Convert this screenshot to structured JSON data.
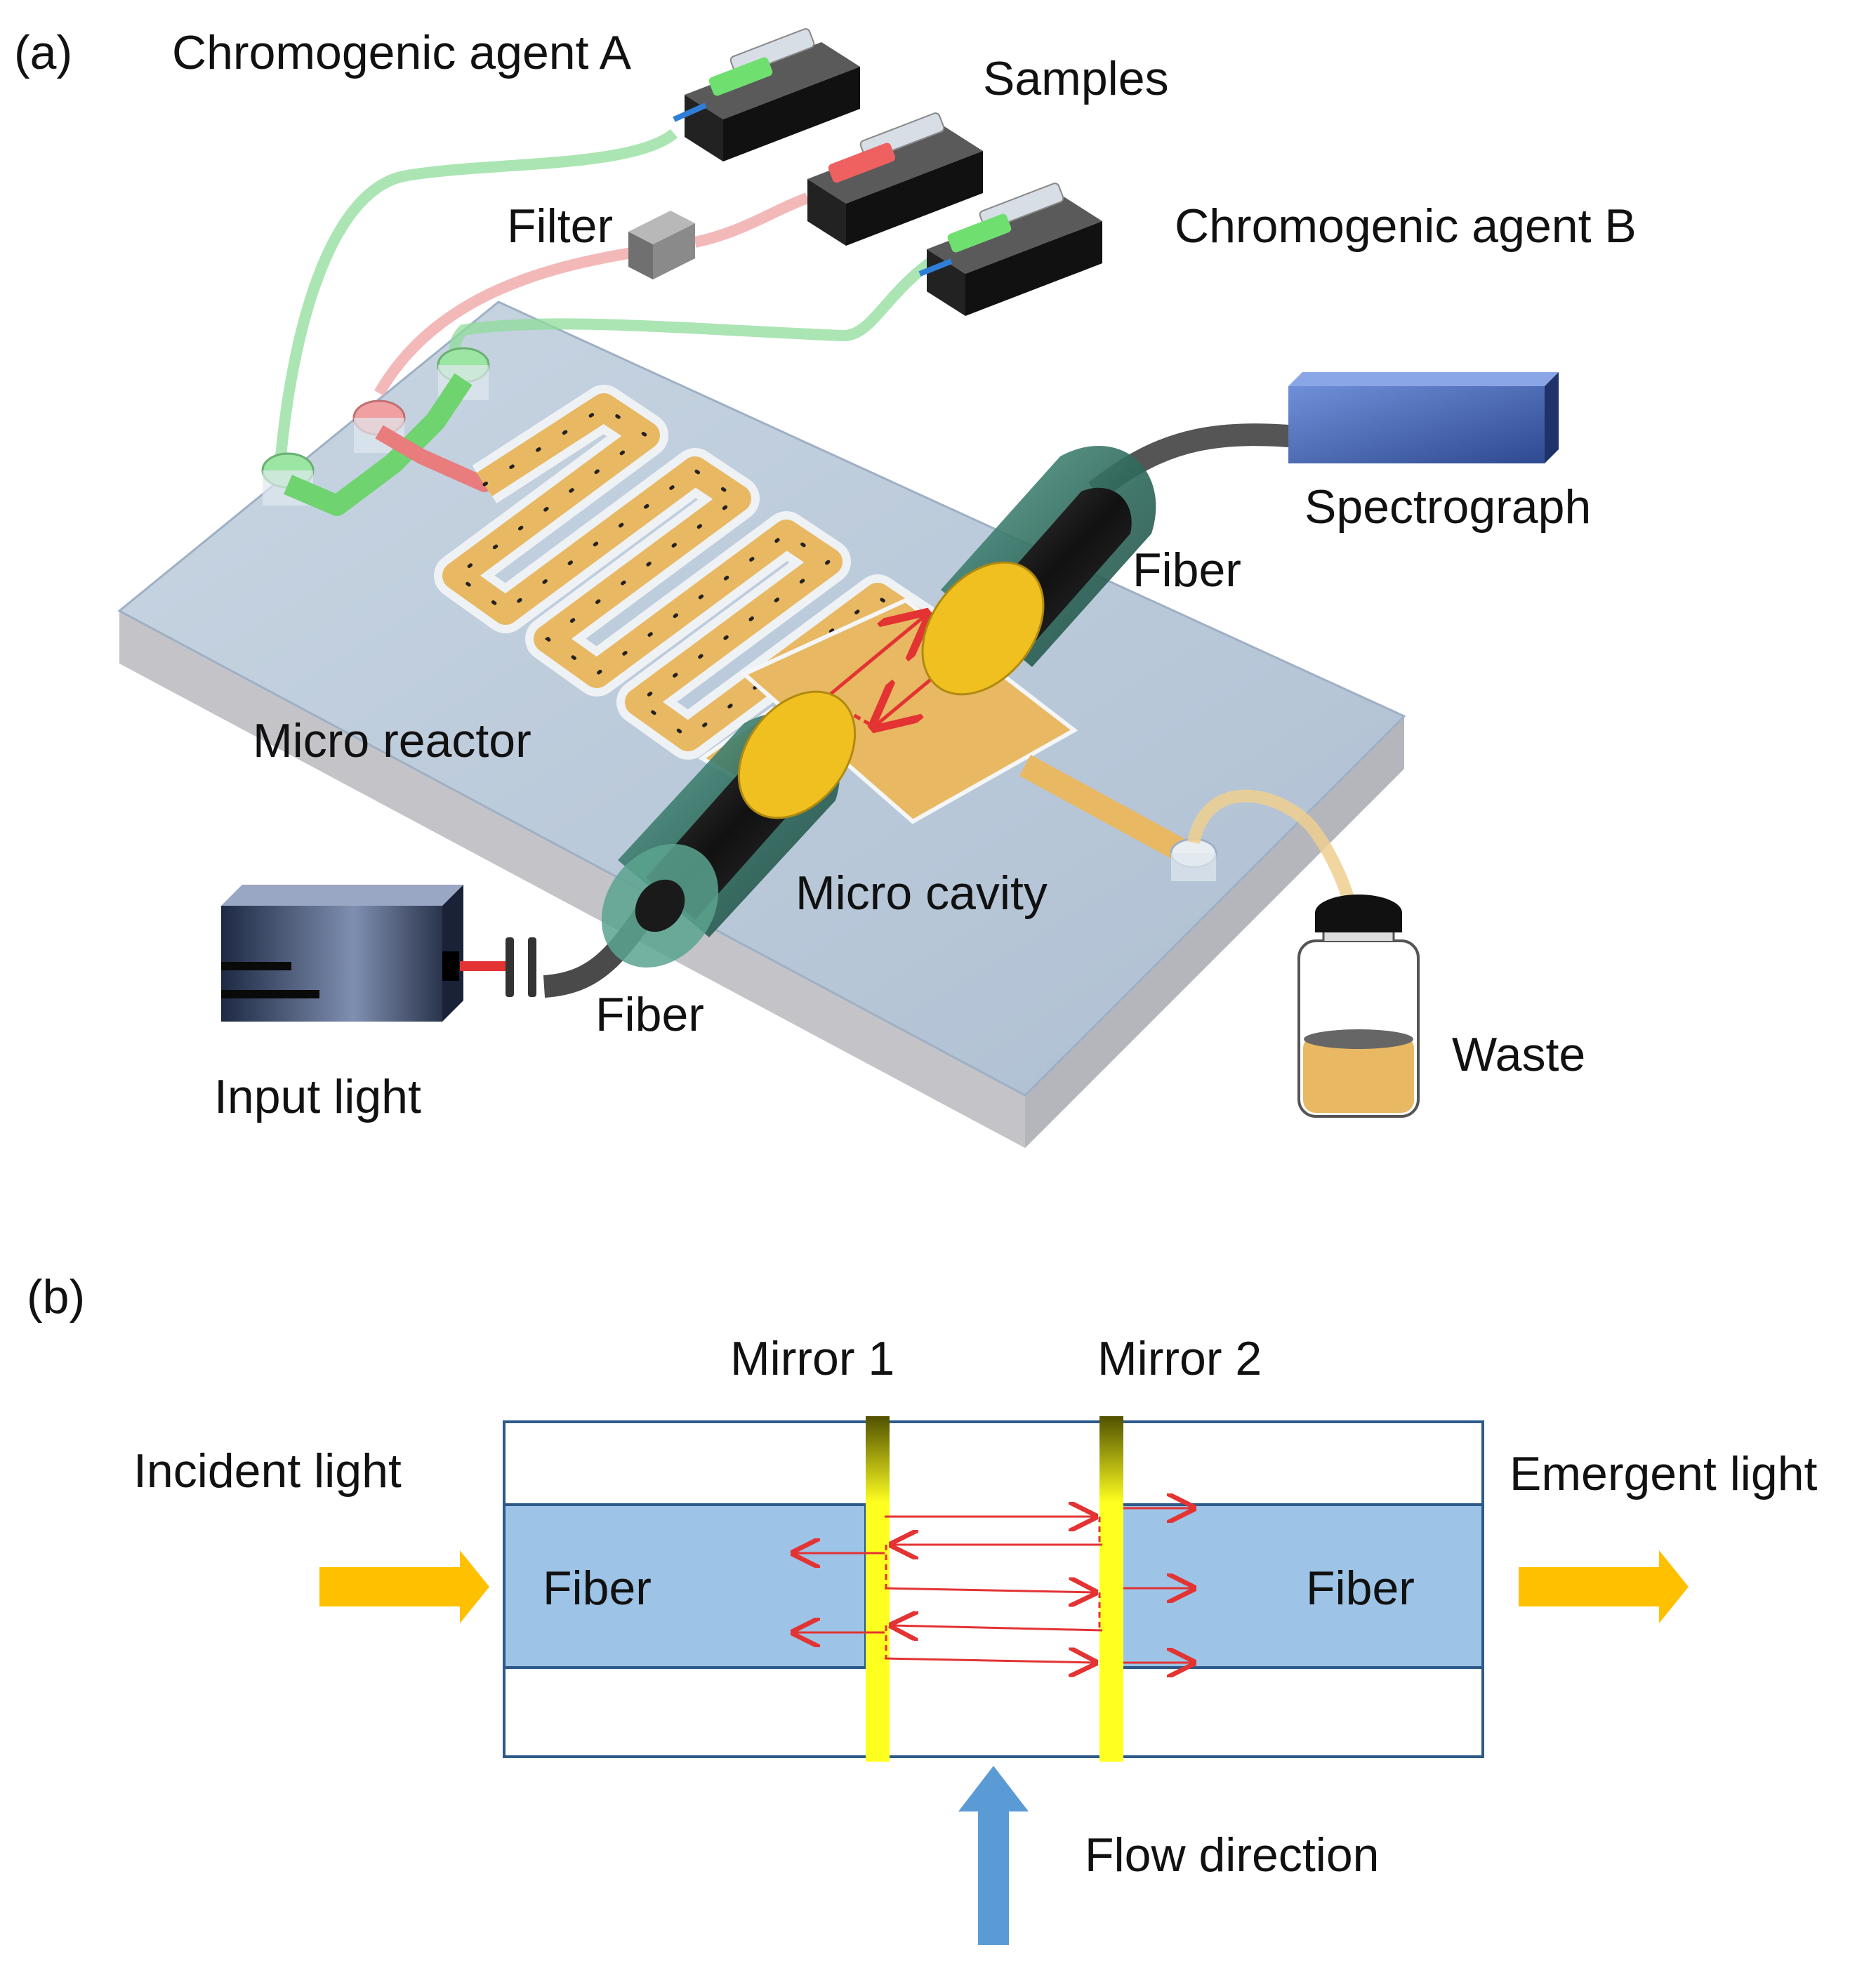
{
  "panel_a": {
    "tag": "(a)",
    "labels": {
      "chromogenic_a": "Chromogenic agent A",
      "samples": "Samples",
      "filter": "Filter",
      "chromogenic_b": "Chromogenic agent B",
      "spectrograph": "Spectrograph",
      "fiber_top": "Fiber",
      "micro_reactor": "Micro reactor",
      "micro_cavity": "Micro cavity",
      "fiber_bottom": "Fiber",
      "input_light": "Input light",
      "waste": "Waste"
    }
  },
  "panel_b": {
    "tag": "(b)",
    "labels": {
      "mirror_1": "Mirror 1",
      "mirror_2": "Mirror 2",
      "incident_light": "Incident light",
      "emergent_light": "Emergent light",
      "fiber_left": "Fiber",
      "fiber_right": "Fiber",
      "flow_direction": "Flow direction"
    }
  },
  "colors": {
    "chip_glass": "#b7c8d8",
    "agent_green": "#7fdc8f",
    "sample_red": "#e88a8a",
    "reactor_orange": "#e8b863",
    "fiber_sleeve": "#3e7f6e",
    "mirror_yellow": "#ffff20",
    "fiber_blue": "#9dc3e6",
    "arrow_orange": "#ffc000",
    "flow_blue": "#5b9bd5",
    "light_red": "#e33333",
    "spectrograph_blue": "#3c5fb0"
  }
}
